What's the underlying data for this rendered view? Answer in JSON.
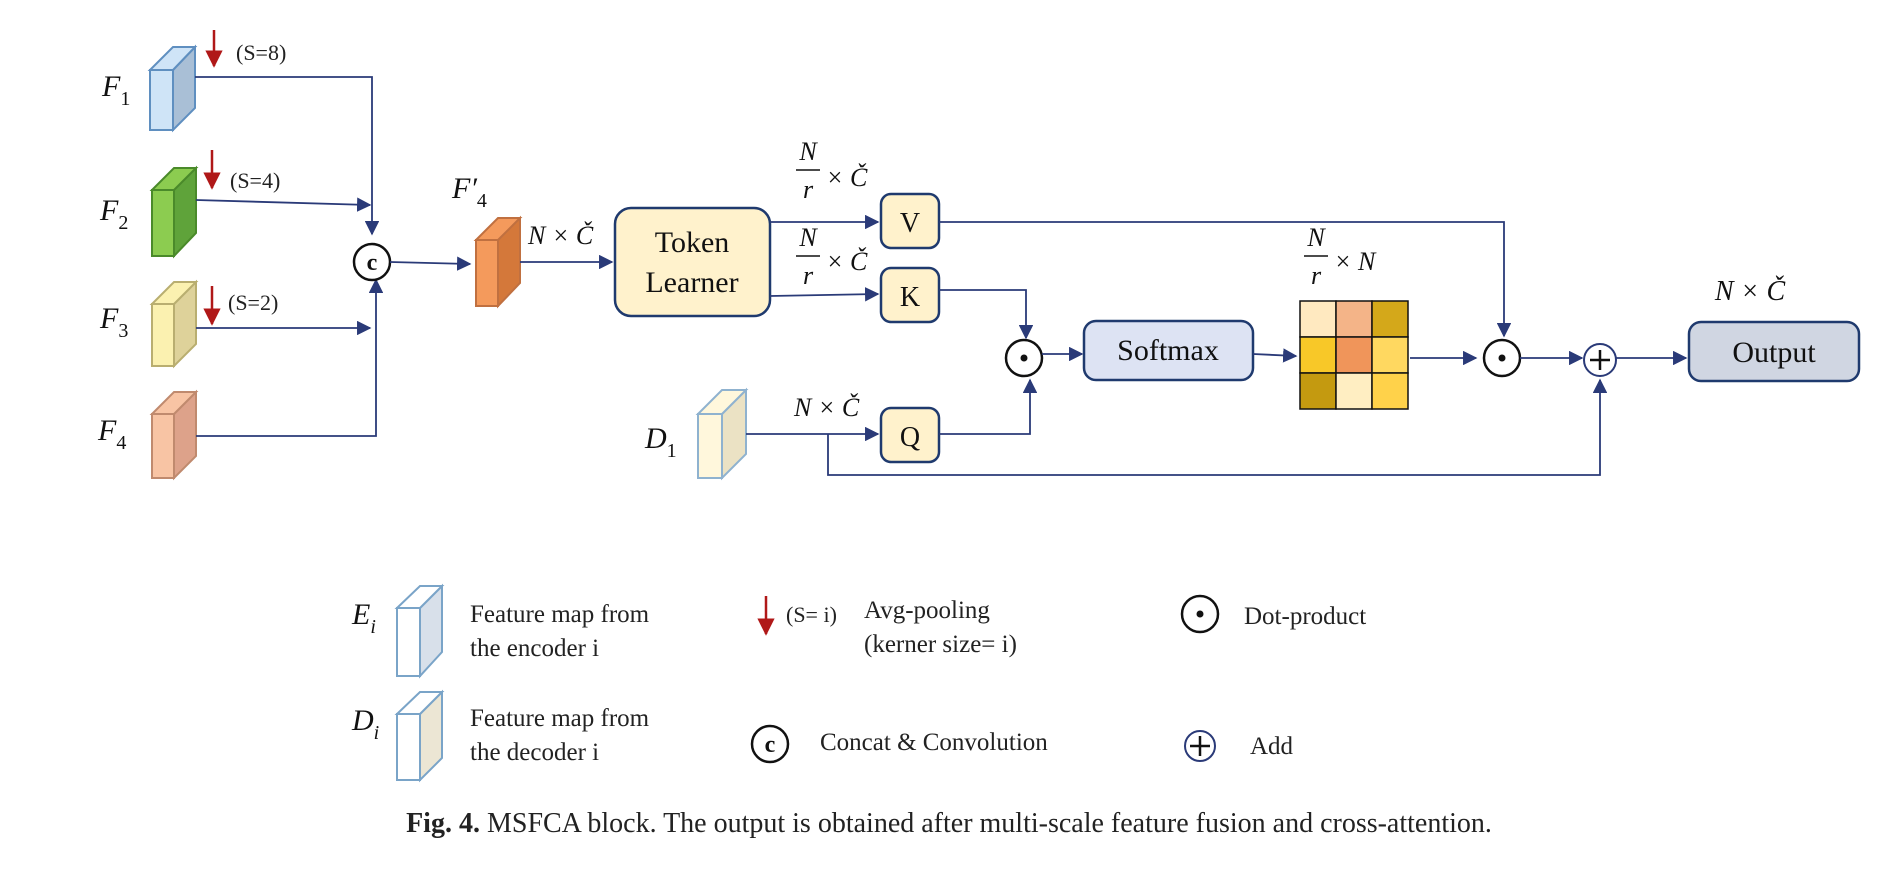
{
  "inputs": {
    "f1": {
      "sym": "F",
      "sub": "1",
      "pool": "(S=8)"
    },
    "f2": {
      "sym": "F",
      "sub": "2",
      "pool": "(S=4)"
    },
    "f3": {
      "sym": "F",
      "sub": "3",
      "pool": "(S=2)"
    },
    "f4": {
      "sym": "F",
      "sub": "4"
    },
    "d1": {
      "sym": "D",
      "sub": "1"
    }
  },
  "fused": {
    "sym": "F′",
    "sub": "4"
  },
  "dims": {
    "n_c": "N × Č",
    "frac_num": "N",
    "frac_den": "r",
    "times_c": "× Č",
    "times_n": "× N"
  },
  "blocks": {
    "token_learner_line1": "Token",
    "token_learner_line2": "Learner",
    "v": "V",
    "k": "K",
    "q": "Q",
    "softmax": "Softmax",
    "output": "Output"
  },
  "ops": {
    "concat": "c",
    "dot": "·",
    "add": "+"
  },
  "legend": {
    "encoder_sym": "E",
    "encoder_sub": "i",
    "encoder_line1": "Feature map from",
    "encoder_line2": "the encoder i",
    "decoder_sym": "D",
    "decoder_sub": "i",
    "decoder_line1": "Feature map from",
    "decoder_line2": "the decoder i",
    "pool_label": "(S= i)",
    "pool_line1": "Avg-pooling",
    "pool_line2": "(kerner size= i)",
    "concat_label": "Concat & Convolution",
    "dot_label": "Dot-product",
    "add_label": "Add"
  },
  "caption": {
    "label": "Fig. 4.",
    "text": "MSFCA block. The output is obtained after multi-scale feature fusion and cross-attention."
  },
  "colors": {
    "line": "#2a3a78",
    "pool_arrow": "#b01818",
    "box_fill": "#fff2cc",
    "box_stroke": "#1f3a6e",
    "softmax_fill": "#dde3f3",
    "output_fill": "#d0d6e2",
    "f1_front": "#cfe4f7",
    "f1_side": "#a9bfd6",
    "f2_front": "#8ccc50",
    "f2_side": "#5fa33a",
    "f3_front": "#fbf1b0",
    "f3_side": "#ded29a",
    "f4_front": "#f8c4a4",
    "f4_side": "#dda28a",
    "fused_front": "#f49a5c",
    "fused_side": "#d4783a",
    "d1_front": "#fff7dc",
    "d1_side": "#ebe2c4"
  },
  "attention_grid": {
    "rows": 3,
    "cols": 3,
    "cells": [
      "#ffe9c0",
      "#f4b488",
      "#d4a81a",
      "#f8c828",
      "#f0955a",
      "#ffd860",
      "#c49a10",
      "#ffeec2",
      "#ffd24a"
    ]
  }
}
